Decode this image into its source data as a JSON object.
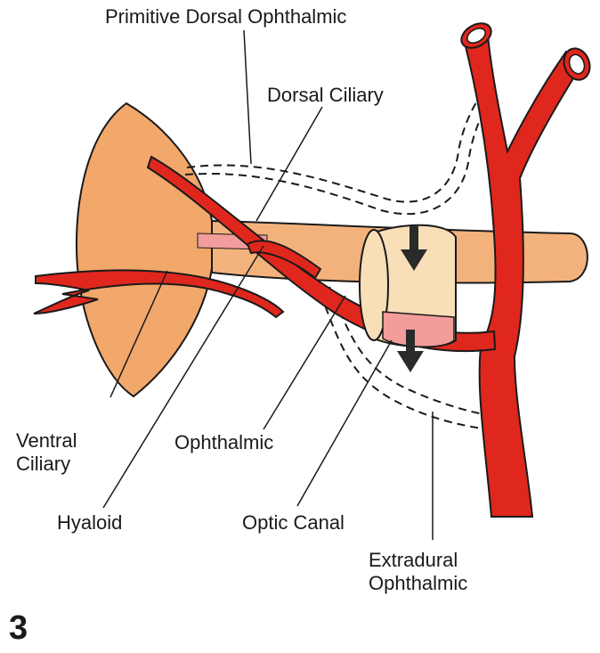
{
  "figure_number": "3",
  "labels": {
    "primitive_dorsal_ophthalmic": "Primitive Dorsal Ophthalmic",
    "dorsal_ciliary": "Dorsal Ciliary",
    "ventral_ciliary_line1": "Ventral",
    "ventral_ciliary_line2": "Ciliary",
    "hyaloid": "Hyaloid",
    "ophthalmic": "Ophthalmic",
    "optic_canal": "Optic Canal",
    "extradural_ophthalmic_line1": "Extradural",
    "extradural_ophthalmic_line2": "Ophthalmic"
  },
  "colors": {
    "artery": "#e0271d",
    "artery_outline": "#1a1a1a",
    "eye": "#f2a76b",
    "optic_nerve": "#f3b27c",
    "canal_ring": "#f8dfb8",
    "canal_pink": "#f29c9c",
    "arrow": "#2a2a2a"
  }
}
